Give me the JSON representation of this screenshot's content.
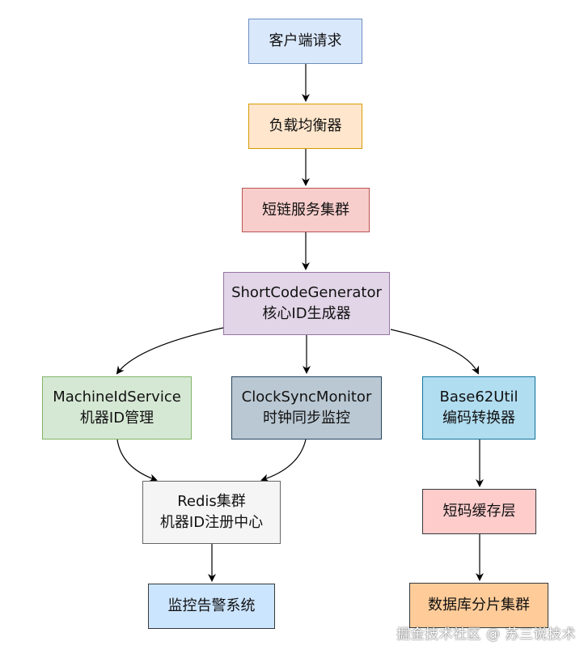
{
  "nodes": {
    "client_request": {
      "label": "客户端请求",
      "fill": "#dae8fc",
      "stroke": "#6c8ebf"
    },
    "load_balancer": {
      "label": "负载均衡器",
      "fill": "#ffe6cc",
      "stroke": "#d79b00"
    },
    "short_link_cluster": {
      "label": "短链服务集群",
      "fill": "#f8cecc",
      "stroke": "#b85450"
    },
    "short_code_generator": {
      "line1": "ShortCodeGenerator",
      "line2": "核心ID生成器",
      "fill": "#e1d5e7",
      "stroke": "#9673a6"
    },
    "machine_id_service": {
      "line1": "MachineIdService",
      "line2": "机器ID管理",
      "fill": "#d5e8d4",
      "stroke": "#82b366"
    },
    "clock_sync_monitor": {
      "line1": "ClockSyncMonitor",
      "line2": "时钟同步监控",
      "fill": "#bac8d3",
      "stroke": "#23445d"
    },
    "base62_util": {
      "line1": "Base62Util",
      "line2": "编码转换器",
      "fill": "#b1ddf0",
      "stroke": "#10739e"
    },
    "redis_cluster": {
      "line1": "Redis集群",
      "line2": "机器ID注册中心",
      "fill": "#f5f5f5",
      "stroke": "#666666"
    },
    "short_code_cache": {
      "label": "短码缓存层",
      "fill": "#ffcccc",
      "stroke": "#36393d"
    },
    "monitoring_alert": {
      "label": "监控告警系统",
      "fill": "#cce5ff",
      "stroke": "#36393d"
    },
    "db_shard_cluster": {
      "label": "数据库分片集群",
      "fill": "#ffcc99",
      "stroke": "#36393d"
    }
  },
  "edges": [
    [
      "client_request",
      "load_balancer"
    ],
    [
      "load_balancer",
      "short_link_cluster"
    ],
    [
      "short_link_cluster",
      "short_code_generator"
    ],
    [
      "short_code_generator",
      "machine_id_service"
    ],
    [
      "short_code_generator",
      "clock_sync_monitor"
    ],
    [
      "short_code_generator",
      "base62_util"
    ],
    [
      "machine_id_service",
      "redis_cluster"
    ],
    [
      "clock_sync_monitor",
      "redis_cluster"
    ],
    [
      "redis_cluster",
      "monitoring_alert"
    ],
    [
      "base62_util",
      "short_code_cache"
    ],
    [
      "short_code_cache",
      "db_shard_cluster"
    ]
  ],
  "watermark": "掘金技术社区 @ 苏三说技术"
}
